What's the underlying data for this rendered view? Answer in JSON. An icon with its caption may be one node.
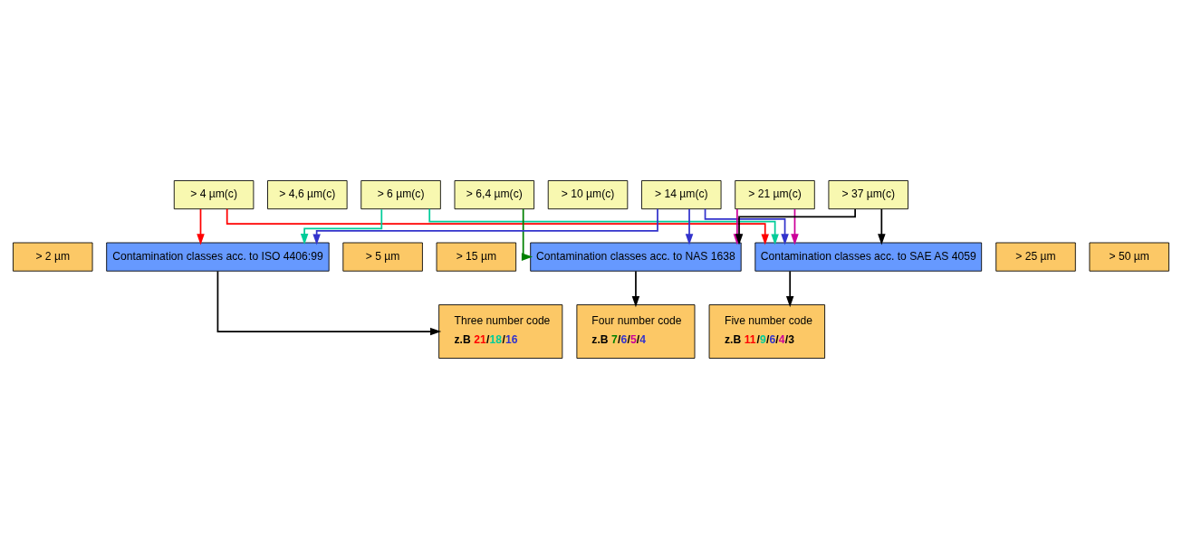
{
  "diagram": {
    "nodes": [
      {
        "text": [
          "> 4 µm(c)"
        ]
      },
      {
        "text": [
          "> 4,6 µm(c)"
        ]
      },
      {
        "text": [
          "> 6 µm(c)"
        ]
      },
      {
        "text": [
          "> 6,4 µm(c)"
        ]
      },
      {
        "text": [
          "> 10 µm(c)"
        ]
      },
      {
        "text": [
          "> 14 µm(c)"
        ]
      },
      {
        "text": [
          "> 21 µm(c)"
        ]
      },
      {
        "text": [
          "> 37 µm(c)"
        ]
      },
      {
        "text": [
          "> 2 µm"
        ]
      },
      {
        "text": [
          "> 5 µm"
        ]
      },
      {
        "text": [
          "> 15 µm"
        ]
      },
      {
        "text": [
          "> 25 µm"
        ]
      },
      {
        "text": [
          "> 50 µm"
        ]
      },
      {
        "text": [
          "Contamination classes acc. to ISO 4406:99"
        ]
      },
      {
        "text": [
          "Contamination classes acc. to NAS 1638"
        ]
      },
      {
        "text": [
          "Contamination classes acc. to SAE AS 4059"
        ]
      },
      {
        "text": [
          "Three number code",
          "z.B 21/18/16"
        ]
      },
      {
        "text": [
          "Four number code",
          "z.B 7/6/5/4"
        ]
      },
      {
        "text": [
          "Five number code",
          "z.B 11/9/6/4/3"
        ]
      }
    ],
    "edges": [
      {
        "from": 0,
        "to": 13,
        "arrow": "to",
        "color": "#ff0000"
      },
      {
        "from": 0,
        "to": 15,
        "arrow": "to",
        "color": "#ff0000"
      },
      {
        "from": 2,
        "to": 13,
        "arrow": "to",
        "color": "#00cc99"
      },
      {
        "from": 2,
        "to": 15,
        "arrow": "to",
        "color": "#00cc99"
      },
      {
        "from": 3,
        "to": 14,
        "arrow": "to",
        "color": "#008000"
      },
      {
        "from": 5,
        "to": 13,
        "arrow": "to",
        "color": "#3333cc"
      },
      {
        "from": 5,
        "to": 14,
        "arrow": "to",
        "color": "#3333cc"
      },
      {
        "from": 5,
        "to": 15,
        "arrow": "to",
        "color": "#3333cc"
      },
      {
        "from": 6,
        "to": 14,
        "arrow": "to",
        "color": "#cc0099"
      },
      {
        "from": 6,
        "to": 15,
        "arrow": "to",
        "color": "#cc0099"
      },
      {
        "from": 7,
        "to": 14,
        "arrow": "to"
      },
      {
        "from": 7,
        "to": 15,
        "arrow": "to"
      },
      {
        "from": 13,
        "to": 16,
        "arrow": "to"
      },
      {
        "from": 14,
        "to": 17,
        "arrow": "to"
      },
      {
        "from": 15,
        "to": 18,
        "arrow": "to"
      }
    ]
  }
}
